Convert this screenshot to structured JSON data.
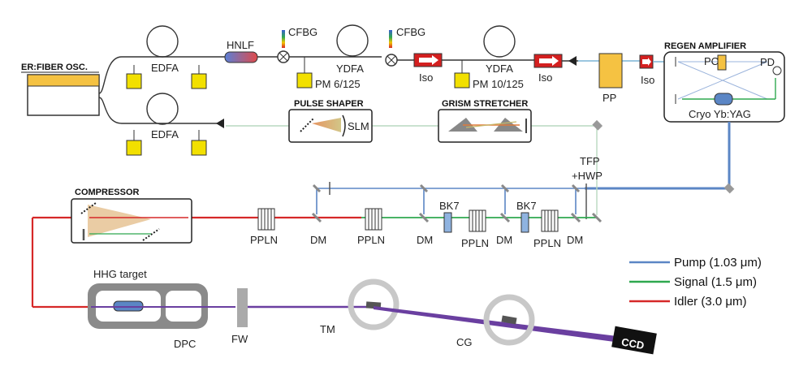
{
  "labels": {
    "er_osc": "ER:FIBER OSC.",
    "edfa_top": "EDFA",
    "edfa_bottom": "EDFA",
    "hnlf": "HNLF",
    "cfbg1": "CFBG",
    "cfbg2": "CFBG",
    "ydfa1": "YDFA",
    "ydfa1_sub": "PM 6/125",
    "ydfa2": "YDFA",
    "ydfa2_sub": "PM 10/125",
    "iso1": "Iso",
    "iso2": "Iso",
    "iso3": "Iso",
    "pp": "PP",
    "regen": "REGEN AMPLIFIER",
    "pc": "PC",
    "pd": "PD",
    "cryo": "Cryo Yb:YAG",
    "pulse_shaper": "PULSE SHAPER",
    "slm": "SLM",
    "grism": "GRISM STRETCHER",
    "tfp": "TFP",
    "hwp": "+HWP",
    "compressor": "COMPRESSOR",
    "bk7_1": "BK7",
    "bk7_2": "BK7",
    "ppln1": "PPLN",
    "ppln2": "PPLN",
    "ppln3": "PPLN",
    "ppln4": "PPLN",
    "dm1": "DM",
    "dm2": "DM",
    "dm3": "DM",
    "dm4": "DM",
    "hhg": "HHG target",
    "dpc": "DPC",
    "fw": "FW",
    "tm": "TM",
    "cg": "CG",
    "ccd": "CCD"
  },
  "legend": [
    {
      "label": "Pump (1.03 μm)",
      "color": "#5b86c5"
    },
    {
      "label": "Signal (1.5 μm)",
      "color": "#2fa84f"
    },
    {
      "label": "Idler (3.0 μm)",
      "color": "#d62828"
    }
  ],
  "colors": {
    "pump": "#5b86c5",
    "signal": "#2fa84f",
    "idler": "#d62828",
    "xuv": "#6a3fa0",
    "pump_module": "#f2e000",
    "iso_red": "#d42020",
    "pp_orange": "#f5c242",
    "crystal_blue": "#8fb3e0"
  }
}
